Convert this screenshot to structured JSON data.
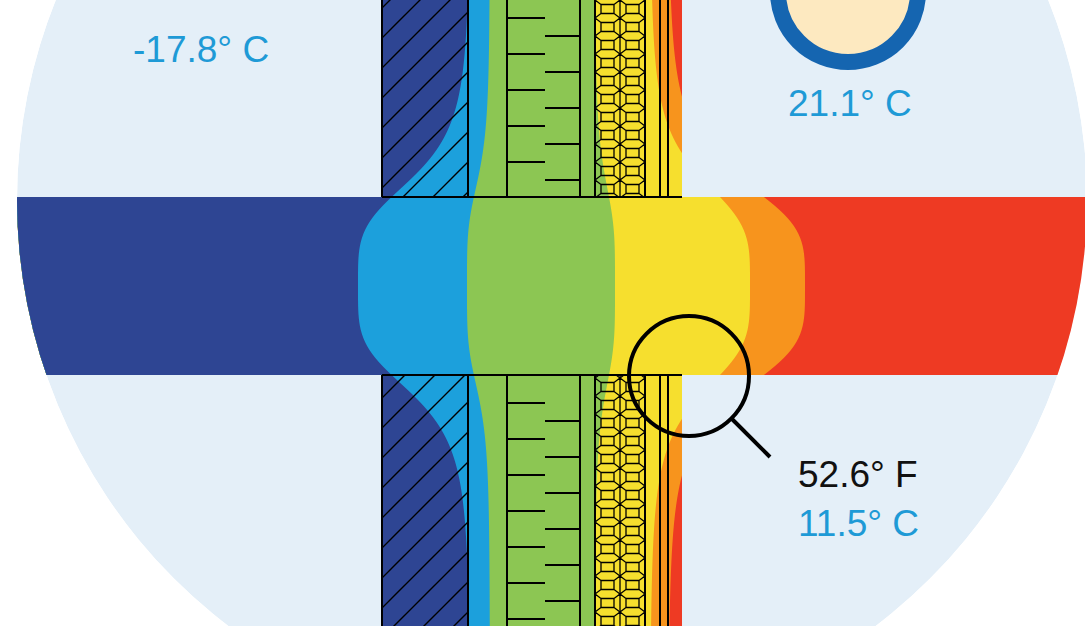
{
  "diagram": {
    "labels": [
      "-17.8° C",
      "21.1° C",
      "52.6° F",
      "11.5° C"
    ]
  }
}
